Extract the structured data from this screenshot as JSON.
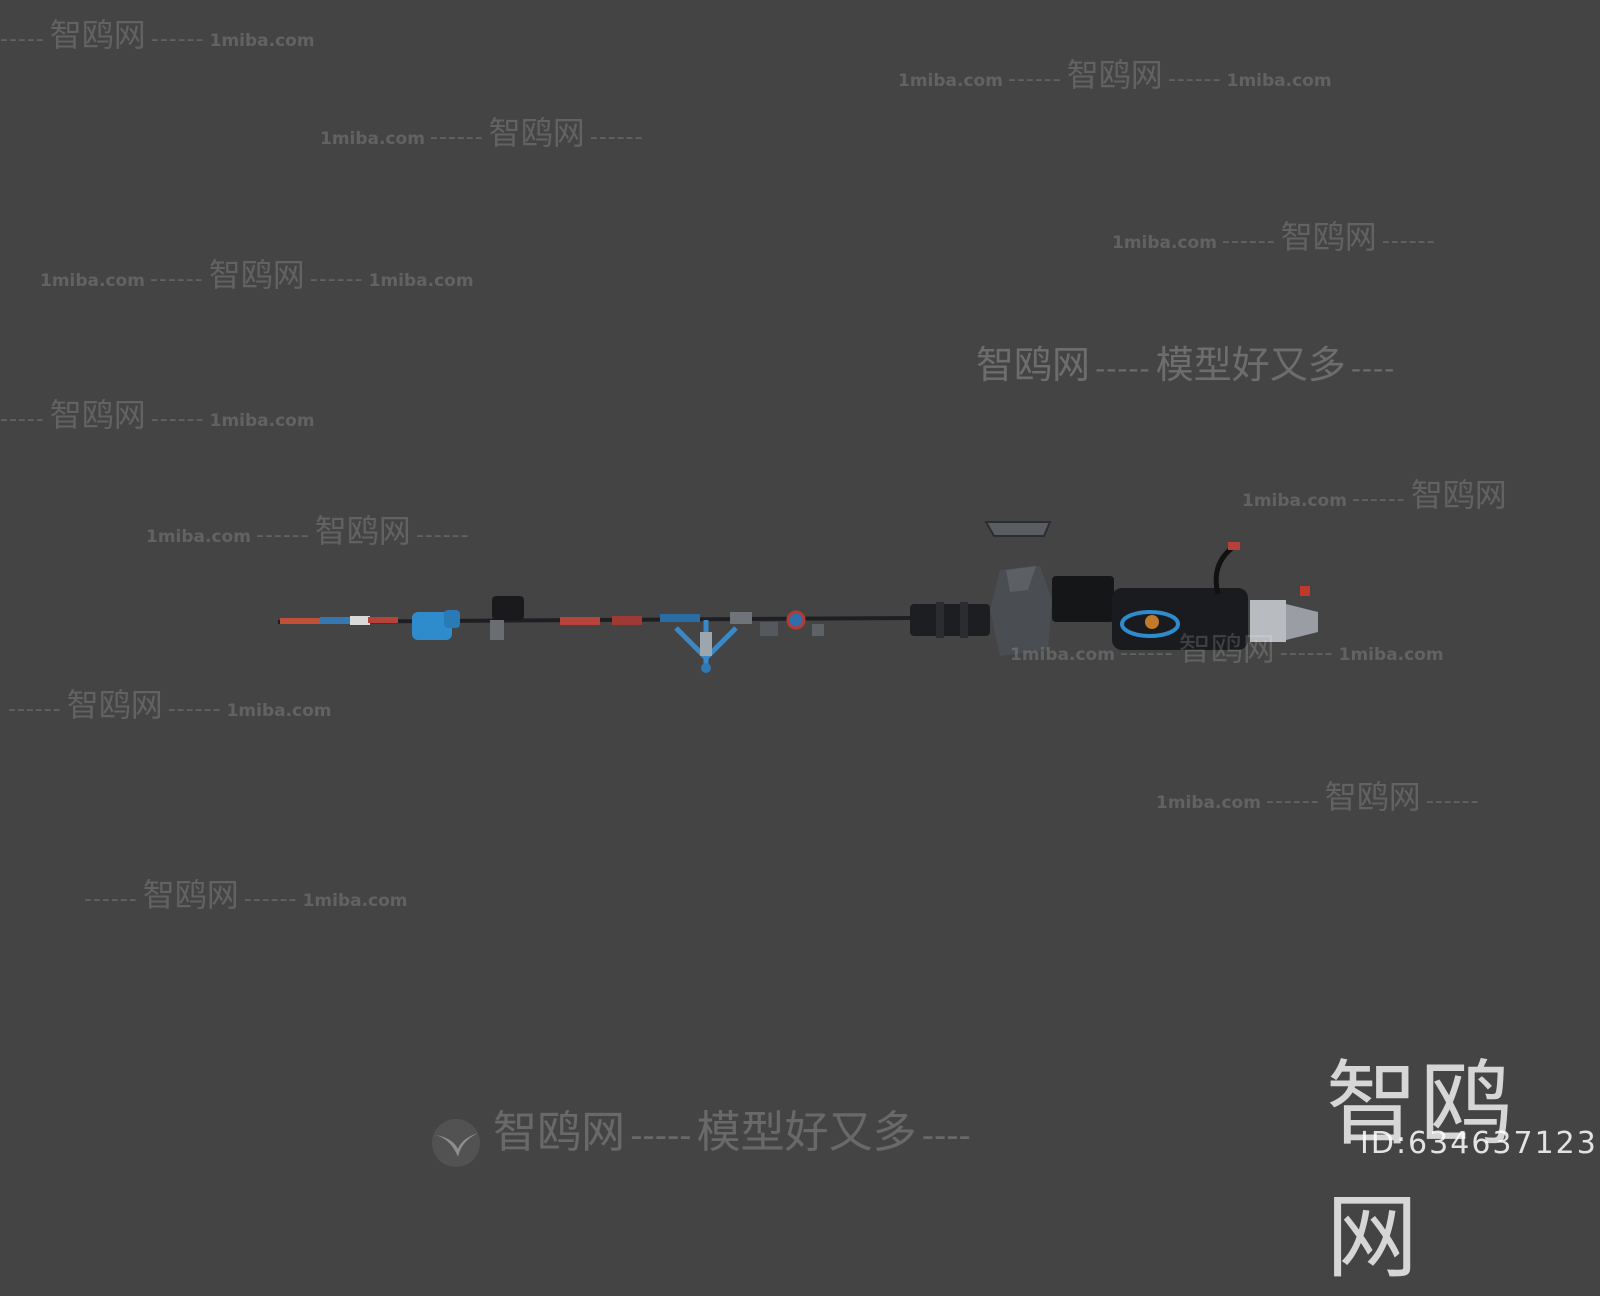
{
  "watermark": {
    "brand_cn": "智鸥网",
    "url": "1miba.com",
    "slogan": "模型好又多",
    "dash_long": "------",
    "dash_short": "-----",
    "dash_shorter": "----"
  },
  "logo": {
    "text": "智鸥网",
    "id_label": "ID:634637123"
  },
  "colors": {
    "background": "#444444",
    "model_dark": "#1b1d20",
    "model_blue": "#2a7fc4",
    "model_red": "#c0392b",
    "model_gray": "#5a5d62"
  },
  "icons": {
    "footer_logo": "seagull-icon"
  }
}
